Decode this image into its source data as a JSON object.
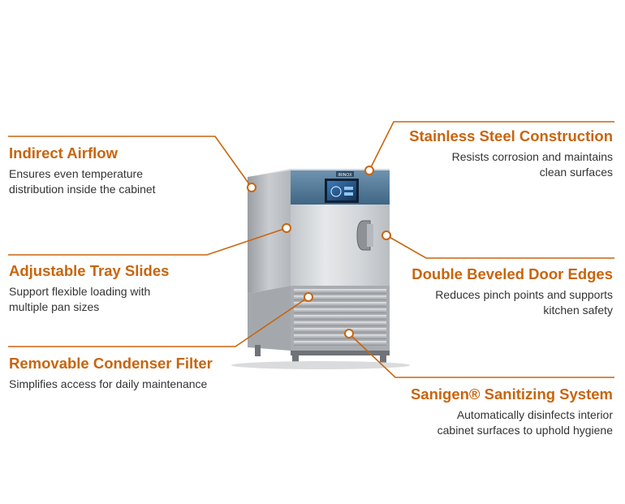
{
  "colors": {
    "accent": "#c8650e",
    "text": "#333333"
  },
  "product": {
    "brand_label": "IRINOX"
  },
  "callouts": [
    {
      "title": "Indirect Airflow",
      "desc_lines": [
        "Ensures even temperature",
        "distribution inside the cabinet"
      ]
    },
    {
      "title": "Adjustable Tray Slides",
      "desc_lines": [
        "Support flexible loading with",
        "multiple pan sizes"
      ]
    },
    {
      "title": "Removable Condenser Filter",
      "desc_lines": [
        "Simplifies access for daily maintenance"
      ]
    },
    {
      "title": "Stainless Steel Construction",
      "desc_lines": [
        "Resists corrosion and maintains",
        "clean surfaces"
      ]
    },
    {
      "title": "Double Beveled Door Edges",
      "desc_lines": [
        "Reduces pinch points and supports",
        "kitchen safety"
      ]
    },
    {
      "title": "Sanigen® Sanitizing System",
      "desc_lines": [
        "Automatically disinfects interior",
        "cabinet surfaces to uphold hygiene"
      ]
    }
  ]
}
